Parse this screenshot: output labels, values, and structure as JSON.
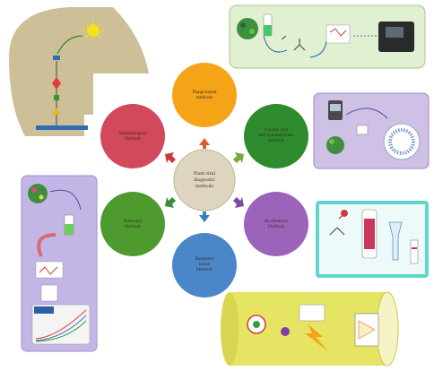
{
  "diagram": {
    "hub": {
      "line1": "Plant viral",
      "line2": "diagnostic",
      "line3": "methods",
      "color": "#ddd5bf"
    },
    "nodes": [
      {
        "id": "phage",
        "line1": "Phage-based",
        "line2": "methods",
        "color": "#f5a417"
      },
      {
        "id": "nucleic",
        "line1": "Nucleic acid",
        "line2": "and nanomaterials",
        "line3": "methods",
        "color": "#2e8b2e"
      },
      {
        "id": "biochemical",
        "line1": "Biochemical",
        "line2": "Methods",
        "color": "#9b64ba"
      },
      {
        "id": "biosensor",
        "line1": "Biosensor",
        "line2": "based",
        "line3": "Methods",
        "color": "#4a86c8"
      },
      {
        "id": "molecular",
        "line1": "Molecular",
        "line2": "Methods",
        "color": "#4f9a2f"
      },
      {
        "id": "immunological",
        "line1": "Immunological",
        "line2": "Methods",
        "color": "#d1495b"
      }
    ],
    "arrow_colors": [
      "#e2572f",
      "#7aa63a",
      "#7d4aa0",
      "#2f84bd",
      "#3c8a3c",
      "#c93a3a"
    ],
    "panel_colors": {
      "top_left": "#cdbf98",
      "top_right": "#e2f0d2",
      "right_middle": "#cfc0e6",
      "right_lower": "#5fd6cc",
      "left_middle": "#c3b6e6",
      "bottom_cylinder": "#e5e463"
    }
  }
}
